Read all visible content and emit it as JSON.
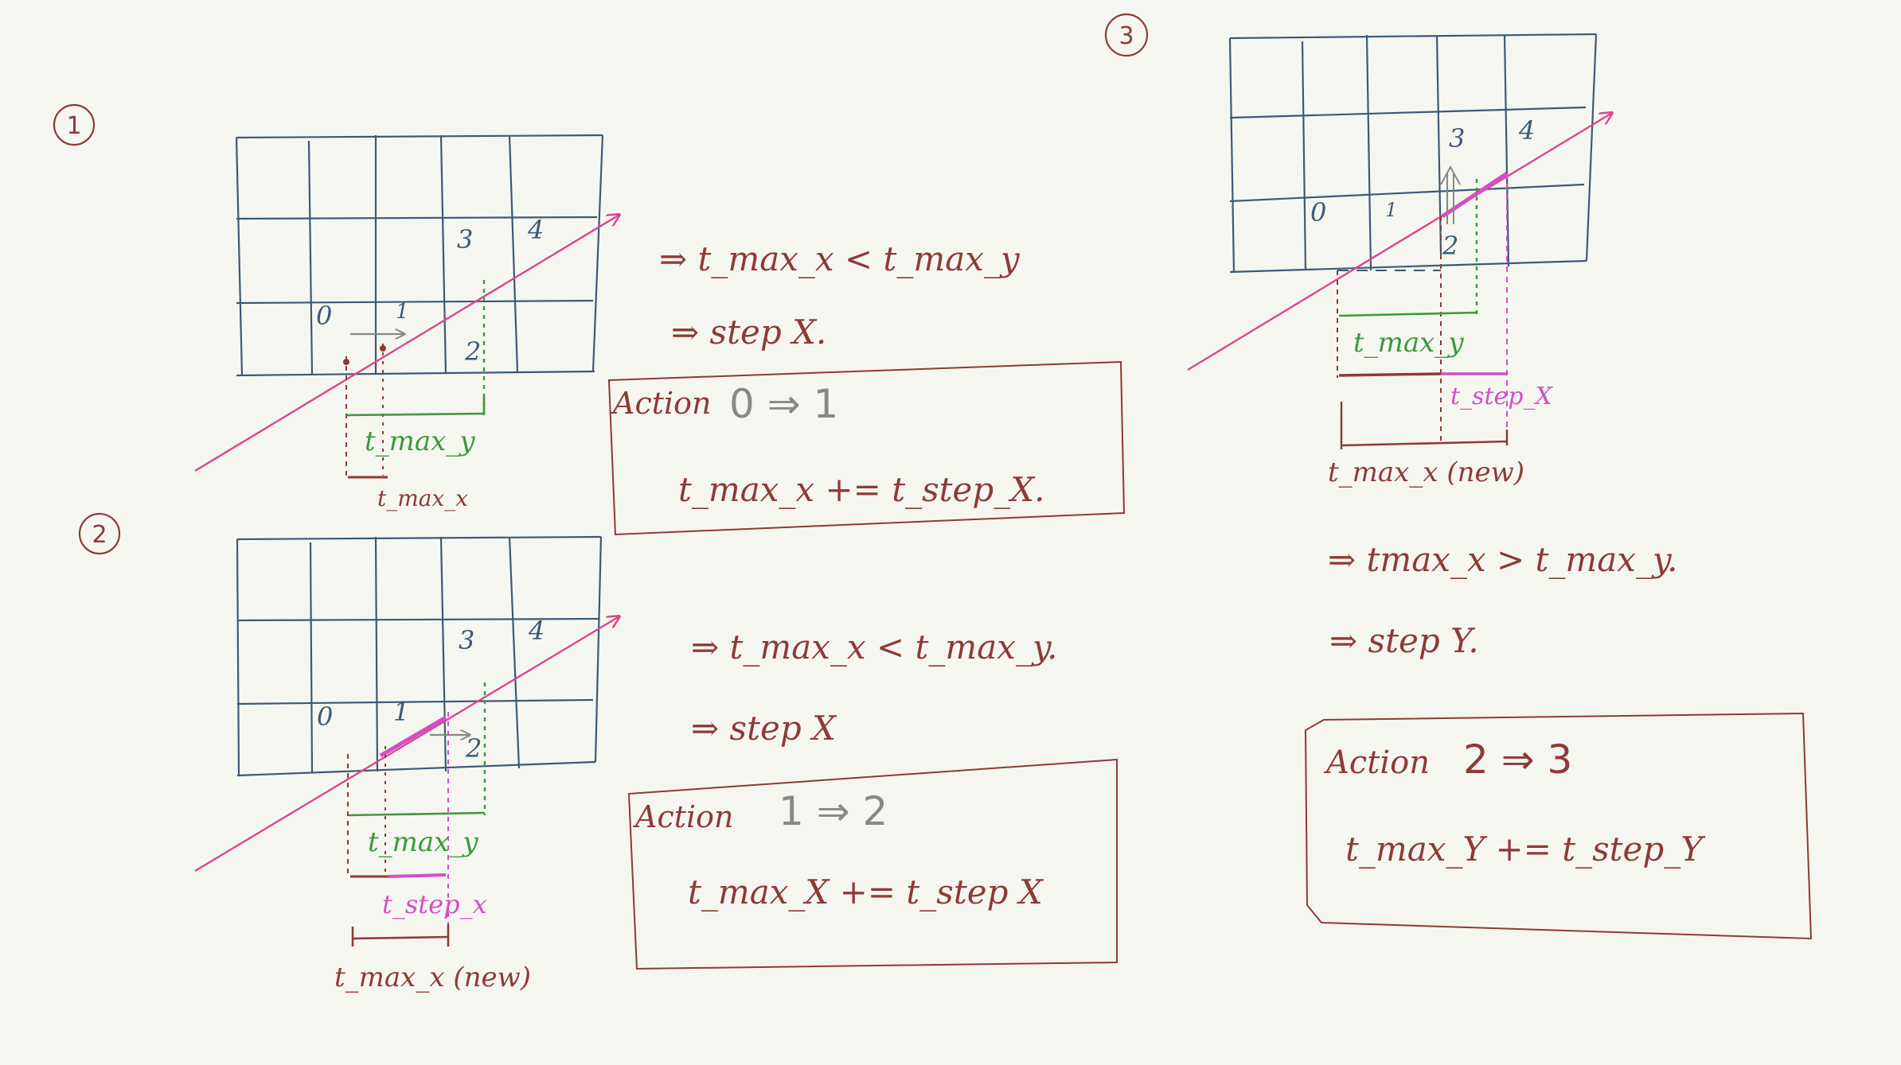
{
  "colors": {
    "background": "#f6f6f1",
    "grid": "#3d5a74",
    "ray": "#d9468f",
    "maroon": "#8e3a36",
    "green": "#3a9a3a",
    "magenta": "#d24fc4",
    "gray": "#888888"
  },
  "panels": [
    {
      "number": "1",
      "cells": {
        "c0": "0",
        "c1": "1",
        "c2": "2",
        "c3": "3",
        "c4": "4"
      },
      "labels": {
        "tmax_y": "t_max_y",
        "tmax_x": "t_max_x"
      },
      "notes": [
        "⇒  t_max_x < t_max_y",
        "⇒  step X."
      ],
      "action": {
        "title": "Action",
        "transition": "0 ⇒ 1",
        "formula": "t_max_x += t_step_X."
      }
    },
    {
      "number": "2",
      "cells": {
        "c0": "0",
        "c1": "1",
        "c2": "2",
        "c3": "3",
        "c4": "4"
      },
      "labels": {
        "tmax_y": "t_max_y",
        "tstep_x": "t_step_x",
        "tmax_x_new": "t_max_x (new)"
      },
      "notes": [
        "⇒  t_max_x < t_max_y.",
        "⇒  step X"
      ],
      "action": {
        "title": "Action",
        "transition": "1 ⇒ 2",
        "formula": "t_max_X += t_step X"
      }
    },
    {
      "number": "3",
      "cells": {
        "c0": "0",
        "c1": "1",
        "c2": "2",
        "c3": "3",
        "c4": "4"
      },
      "labels": {
        "tmax_y": "t_max_y",
        "tstep_x": "t_step_X",
        "tmax_x_new": "t_max_x (new)"
      },
      "notes": [
        "⇒  tmax_x > t_max_y.",
        "⇒  step Y."
      ],
      "action": {
        "title": "Action",
        "transition": "2 ⇒ 3",
        "formula": "t_max_Y += t_step_Y"
      }
    }
  ]
}
